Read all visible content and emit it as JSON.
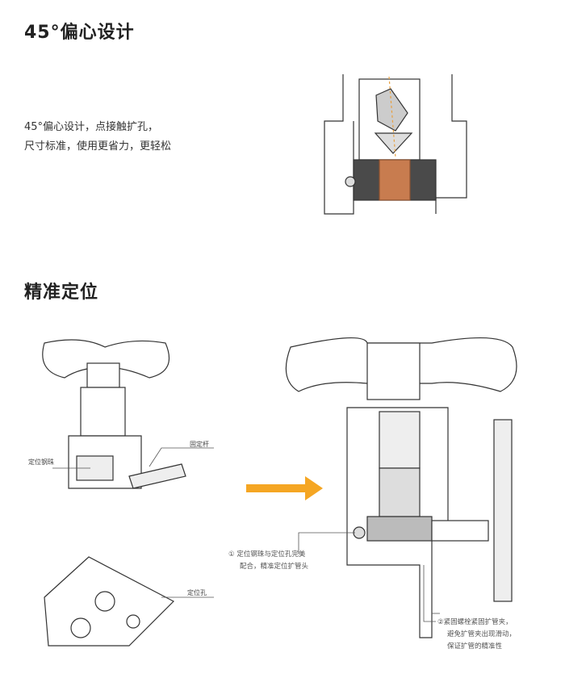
{
  "section1": {
    "title": "45°偏心设计",
    "desc_line1": "45°偏心设计，点接触扩孔，",
    "desc_line2": "尺寸标准，使用更省力，更轻松"
  },
  "section2": {
    "title": "精准定位",
    "labels": {
      "ball": "定位钢珠",
      "rod": "固定杆",
      "hole": "定位孔"
    },
    "note1": {
      "num": "①",
      "line1": "定位钢珠与定位孔完美",
      "line2": "配合，精准定位扩管头"
    },
    "note2": {
      "num": "②",
      "line1": "紧固螺栓紧固扩管夹，",
      "line2": "避免扩管夹出现滑动，",
      "line3": "保证扩管的精准性"
    }
  },
  "colors": {
    "arrow": "#f5a623",
    "copper": "#c87c4f",
    "text": "#222222"
  }
}
